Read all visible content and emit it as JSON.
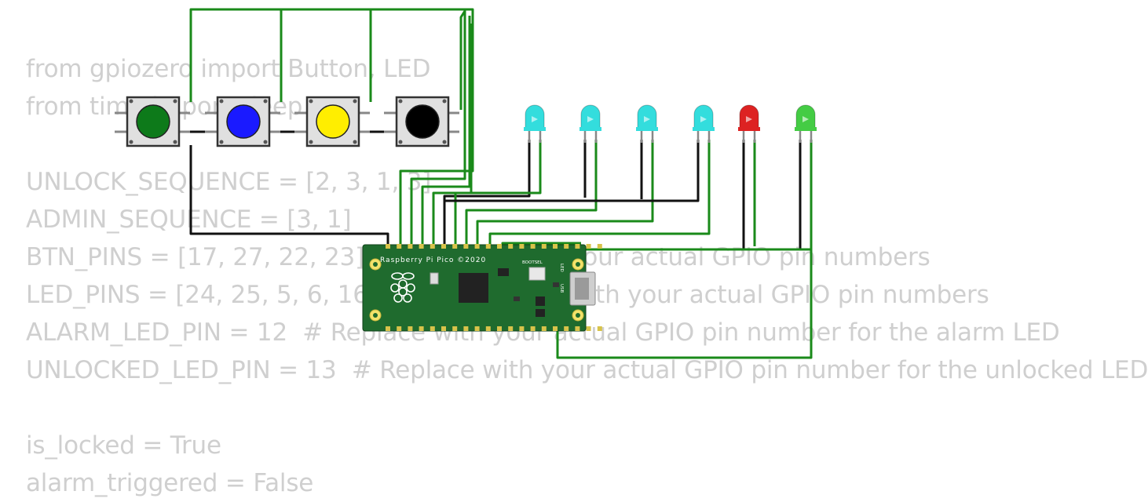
{
  "code": {
    "lines": [
      "from gpiozero import Button, LED",
      "from time import sleep",
      "",
      "UNLOCK_SEQUENCE = [2, 3, 1, 3]",
      "ADMIN_SEQUENCE = [3, 1]",
      "BTN_PINS = [17, 27, 22, 23]  # Replace with your actual GPIO pin numbers",
      "LED_PINS = [24, 25, 5, 6, 16, 26]  # Replace with your actual GPIO pin numbers",
      "ALARM_LED_PIN = 12  # Replace with your actual GPIO pin number for the alarm LED",
      "UNLOCKED_LED_PIN = 13  # Replace with your actual GPIO pin number for the unlocked LED",
      "",
      "is_locked = True",
      "alarm_triggered = False"
    ]
  },
  "board": {
    "name": "Raspberry Pi Pico ©2020",
    "bootsel_label": "BOOTSEL",
    "usb_label": "USB",
    "led_label": "LED",
    "color": "#1f6b2e"
  },
  "buttons": [
    {
      "color": "#0d7a1a",
      "name": "green"
    },
    {
      "color": "#1a1aff",
      "name": "blue"
    },
    {
      "color": "#ffee00",
      "name": "yellow"
    },
    {
      "color": "#000000",
      "name": "black"
    }
  ],
  "leds": [
    {
      "color": "#33dddd",
      "name": "cyan"
    },
    {
      "color": "#33dddd",
      "name": "cyan"
    },
    {
      "color": "#33dddd",
      "name": "cyan"
    },
    {
      "color": "#33dddd",
      "name": "cyan"
    },
    {
      "color": "#dd2222",
      "name": "red"
    },
    {
      "color": "#44cc44",
      "name": "green"
    }
  ],
  "wire_colors": {
    "signal": "#1a8a1a",
    "ground": "#111111"
  }
}
